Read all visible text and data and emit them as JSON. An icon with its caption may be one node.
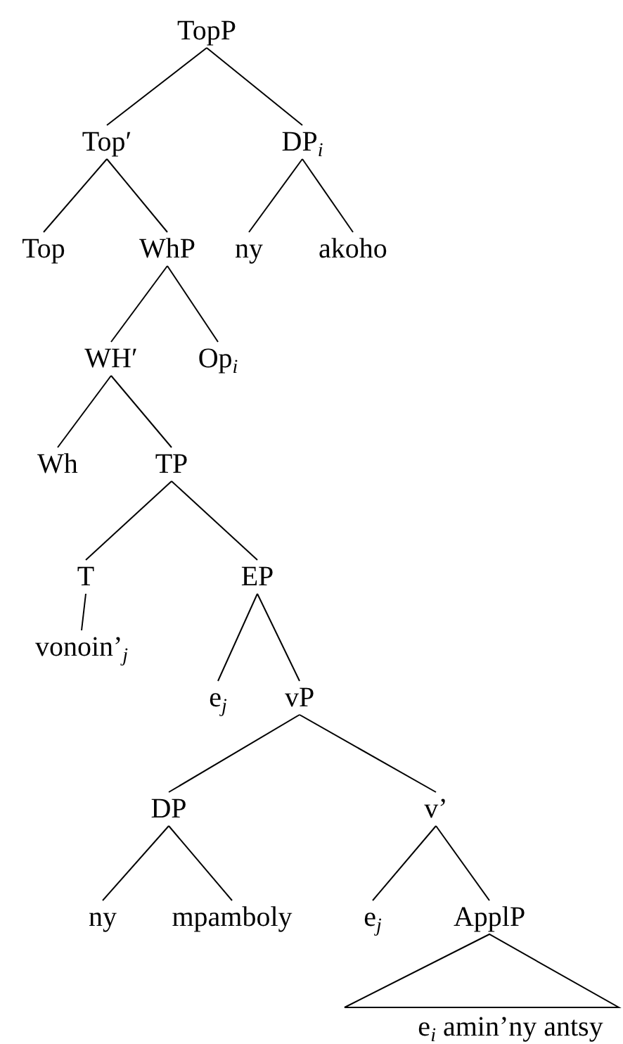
{
  "diagram": {
    "nodes": [
      {
        "text": [
          "TopP"
        ]
      },
      {
        "text": [
          "Top′"
        ]
      },
      {
        "text": [
          "DP$_{i}$"
        ]
      },
      {
        "text": [
          "Top"
        ]
      },
      {
        "text": [
          "WhP"
        ]
      },
      {
        "text": [
          "ny"
        ]
      },
      {
        "text": [
          "akoho"
        ]
      },
      {
        "text": [
          "WH′"
        ]
      },
      {
        "text": [
          "Op$_{i}$"
        ]
      },
      {
        "text": [
          "Wh"
        ]
      },
      {
        "text": [
          "TP"
        ]
      },
      {
        "text": [
          "T"
        ]
      },
      {
        "text": [
          "EP"
        ]
      },
      {
        "text": [
          "vonoin’$_{j}$"
        ]
      },
      {
        "text": [
          "e$_{j}$"
        ]
      },
      {
        "text": [
          "vP"
        ]
      },
      {
        "text": [
          "DP"
        ]
      },
      {
        "text": [
          "v’"
        ]
      },
      {
        "text": [
          "ny"
        ]
      },
      {
        "text": [
          "mpamboly"
        ]
      },
      {
        "text": [
          "e$_{j}$"
        ]
      },
      {
        "text": [
          "ApplP"
        ]
      },
      {
        "text": [
          "e$_{i}$ amin’ny antsy"
        ]
      }
    ],
    "edges": [
      {
        "from": 0,
        "to": 1,
        "arrow": "none"
      },
      {
        "from": 0,
        "to": 2,
        "arrow": "none"
      },
      {
        "from": 1,
        "to": 3,
        "arrow": "none"
      },
      {
        "from": 1,
        "to": 4,
        "arrow": "none"
      },
      {
        "from": 2,
        "to": 5,
        "arrow": "none"
      },
      {
        "from": 2,
        "to": 6,
        "arrow": "none"
      },
      {
        "from": 4,
        "to": 7,
        "arrow": "none"
      },
      {
        "from": 4,
        "to": 8,
        "arrow": "none"
      },
      {
        "from": 7,
        "to": 9,
        "arrow": "none"
      },
      {
        "from": 7,
        "to": 10,
        "arrow": "none"
      },
      {
        "from": 10,
        "to": 11,
        "arrow": "none"
      },
      {
        "from": 10,
        "to": 12,
        "arrow": "none"
      },
      {
        "from": 11,
        "to": 13,
        "arrow": "none"
      },
      {
        "from": 12,
        "to": 14,
        "arrow": "none"
      },
      {
        "from": 12,
        "to": 15,
        "arrow": "none"
      },
      {
        "from": 15,
        "to": 16,
        "arrow": "none"
      },
      {
        "from": 15,
        "to": 17,
        "arrow": "none"
      },
      {
        "from": 16,
        "to": 18,
        "arrow": "none"
      },
      {
        "from": 16,
        "to": 19,
        "arrow": "none"
      },
      {
        "from": 17,
        "to": 20,
        "arrow": "none"
      },
      {
        "from": 17,
        "to": 21,
        "arrow": "none"
      },
      {
        "from": 21,
        "to": 22,
        "arrow": "none"
      }
    ]
  }
}
